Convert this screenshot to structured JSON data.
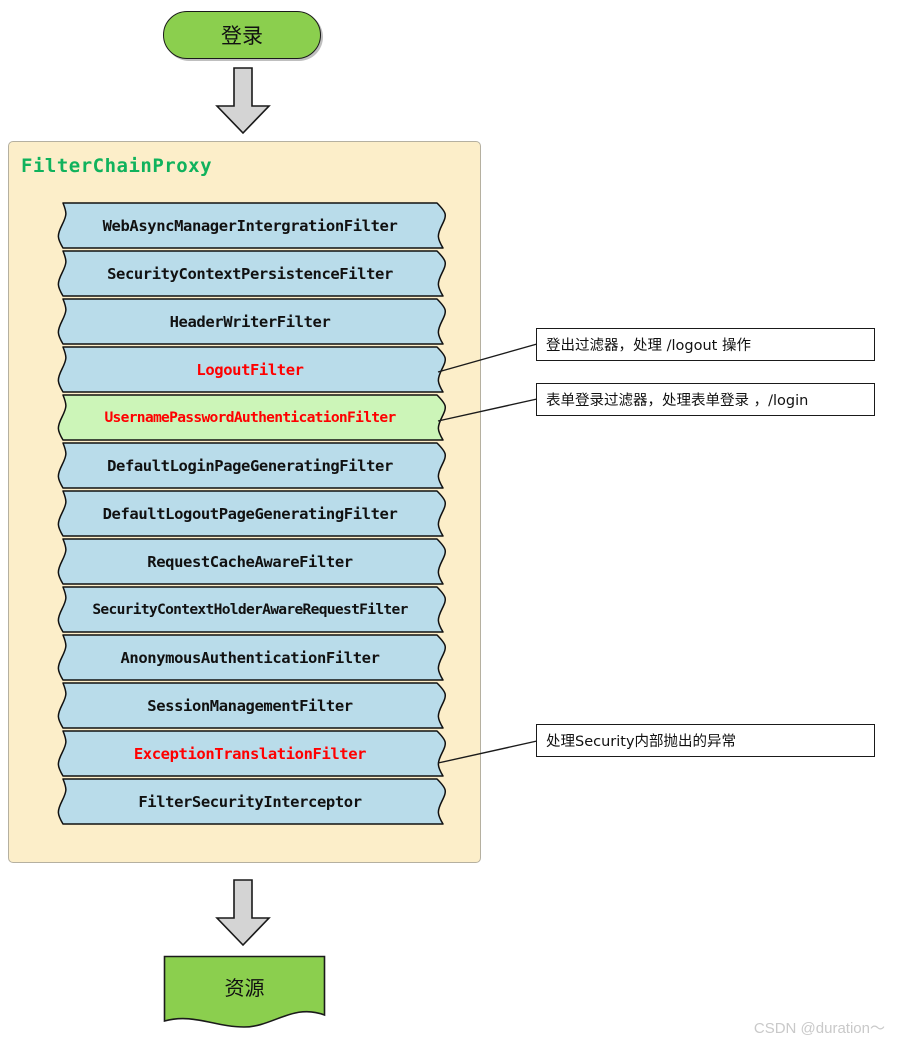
{
  "diagram": {
    "start_node": {
      "label": "登录",
      "fill": "#8bcf4e",
      "stroke": "#1a1a1a"
    },
    "end_node": {
      "label": "资源",
      "fill": "#8bcf4e",
      "stroke": "#1a1a1a"
    },
    "container": {
      "title": "FilterChainProxy",
      "title_color": "#10b25c",
      "fill": "#fceec9",
      "stroke": "#b5b0a0"
    },
    "arrow": {
      "fill": "#d4d4d4",
      "stroke": "#1a1a1a"
    },
    "colors": {
      "filter_fill": "#b9dcea",
      "filter_highlight_fill": "#ccf5b8",
      "filter_stroke": "#111111",
      "text_default": "#111111",
      "text_accent": "#ff0000"
    },
    "filters": [
      {
        "label": "WebAsyncManagerIntergrationFilter",
        "color": "default",
        "fill": "normal"
      },
      {
        "label": "SecurityContextPersistenceFilter",
        "color": "default",
        "fill": "normal"
      },
      {
        "label": "HeaderWriterFilter",
        "color": "default",
        "fill": "normal"
      },
      {
        "label": "LogoutFilter",
        "color": "accent",
        "fill": "normal"
      },
      {
        "label": "UsernamePasswordAuthenticationFilter",
        "color": "accent",
        "fill": "highlight"
      },
      {
        "label": "DefaultLoginPageGeneratingFilter",
        "color": "default",
        "fill": "normal"
      },
      {
        "label": "DefaultLogoutPageGeneratingFilter",
        "color": "default",
        "fill": "normal"
      },
      {
        "label": "RequestCacheAwareFilter",
        "color": "default",
        "fill": "normal"
      },
      {
        "label": "SecurityContextHolderAwareRequestFilter",
        "color": "default",
        "fill": "normal"
      },
      {
        "label": "AnonymousAuthenticationFilter",
        "color": "default",
        "fill": "normal"
      },
      {
        "label": "SessionManagementFilter",
        "color": "default",
        "fill": "normal"
      },
      {
        "label": "ExceptionTranslationFilter",
        "color": "accent",
        "fill": "normal"
      },
      {
        "label": "FilterSecurityInterceptor",
        "color": "default",
        "fill": "normal"
      }
    ],
    "notes": [
      {
        "text": "登出过滤器，处理 /logout 操作",
        "target_filter": "LogoutFilter"
      },
      {
        "text": "表单登录过滤器，处理表单登录 ，/login",
        "target_filter": "UsernamePasswordAuthenticationFilter"
      },
      {
        "text": "处理Security内部抛出的异常",
        "target_filter": "ExceptionTranslationFilter"
      }
    ]
  },
  "watermark": {
    "text": "CSDN @duration～"
  }
}
